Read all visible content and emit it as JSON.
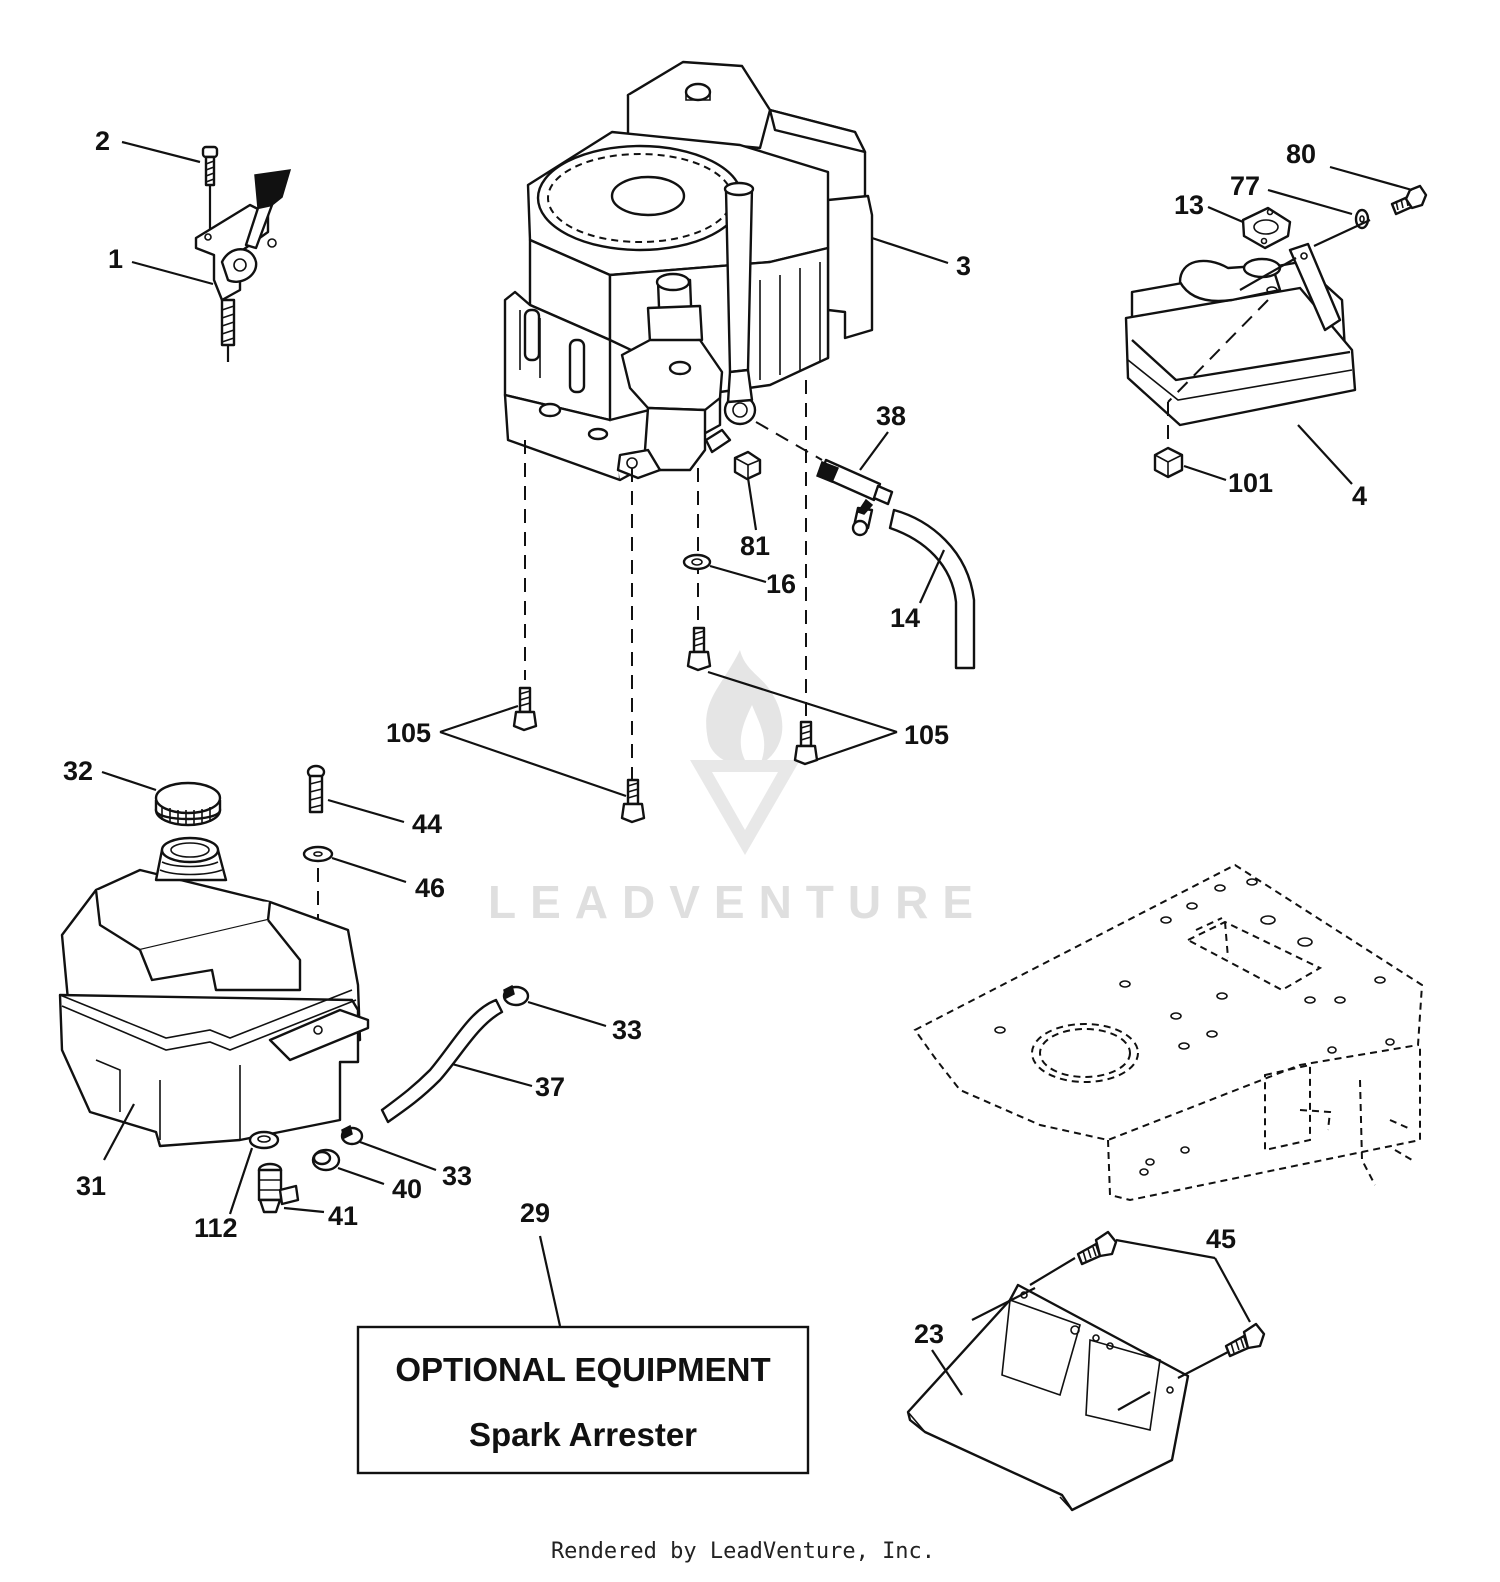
{
  "watermark": {
    "text": "LEADVENTURE"
  },
  "callouts": [
    {
      "id": "c-2",
      "label": "2"
    },
    {
      "id": "c-1",
      "label": "1"
    },
    {
      "id": "c-3",
      "label": "3"
    },
    {
      "id": "c-80",
      "label": "80"
    },
    {
      "id": "c-77",
      "label": "77"
    },
    {
      "id": "c-13",
      "label": "13"
    },
    {
      "id": "c-101",
      "label": "101"
    },
    {
      "id": "c-4",
      "label": "4"
    },
    {
      "id": "c-38",
      "label": "38"
    },
    {
      "id": "c-81",
      "label": "81"
    },
    {
      "id": "c-16",
      "label": "16"
    },
    {
      "id": "c-14",
      "label": "14"
    },
    {
      "id": "c-105a",
      "label": "105"
    },
    {
      "id": "c-105b",
      "label": "105"
    },
    {
      "id": "c-32",
      "label": "32"
    },
    {
      "id": "c-44",
      "label": "44"
    },
    {
      "id": "c-46",
      "label": "46"
    },
    {
      "id": "c-31",
      "label": "31"
    },
    {
      "id": "c-33a",
      "label": "33"
    },
    {
      "id": "c-37",
      "label": "37"
    },
    {
      "id": "c-33b",
      "label": "33"
    },
    {
      "id": "c-40",
      "label": "40"
    },
    {
      "id": "c-112",
      "label": "112"
    },
    {
      "id": "c-41",
      "label": "41"
    },
    {
      "id": "c-29",
      "label": "29"
    },
    {
      "id": "c-45",
      "label": "45"
    },
    {
      "id": "c-23",
      "label": "23"
    }
  ],
  "optional_box": {
    "title": "OPTIONAL EQUIPMENT",
    "subtitle": "Spark Arrester"
  },
  "footer": {
    "text": "Rendered by LeadVenture, Inc."
  }
}
